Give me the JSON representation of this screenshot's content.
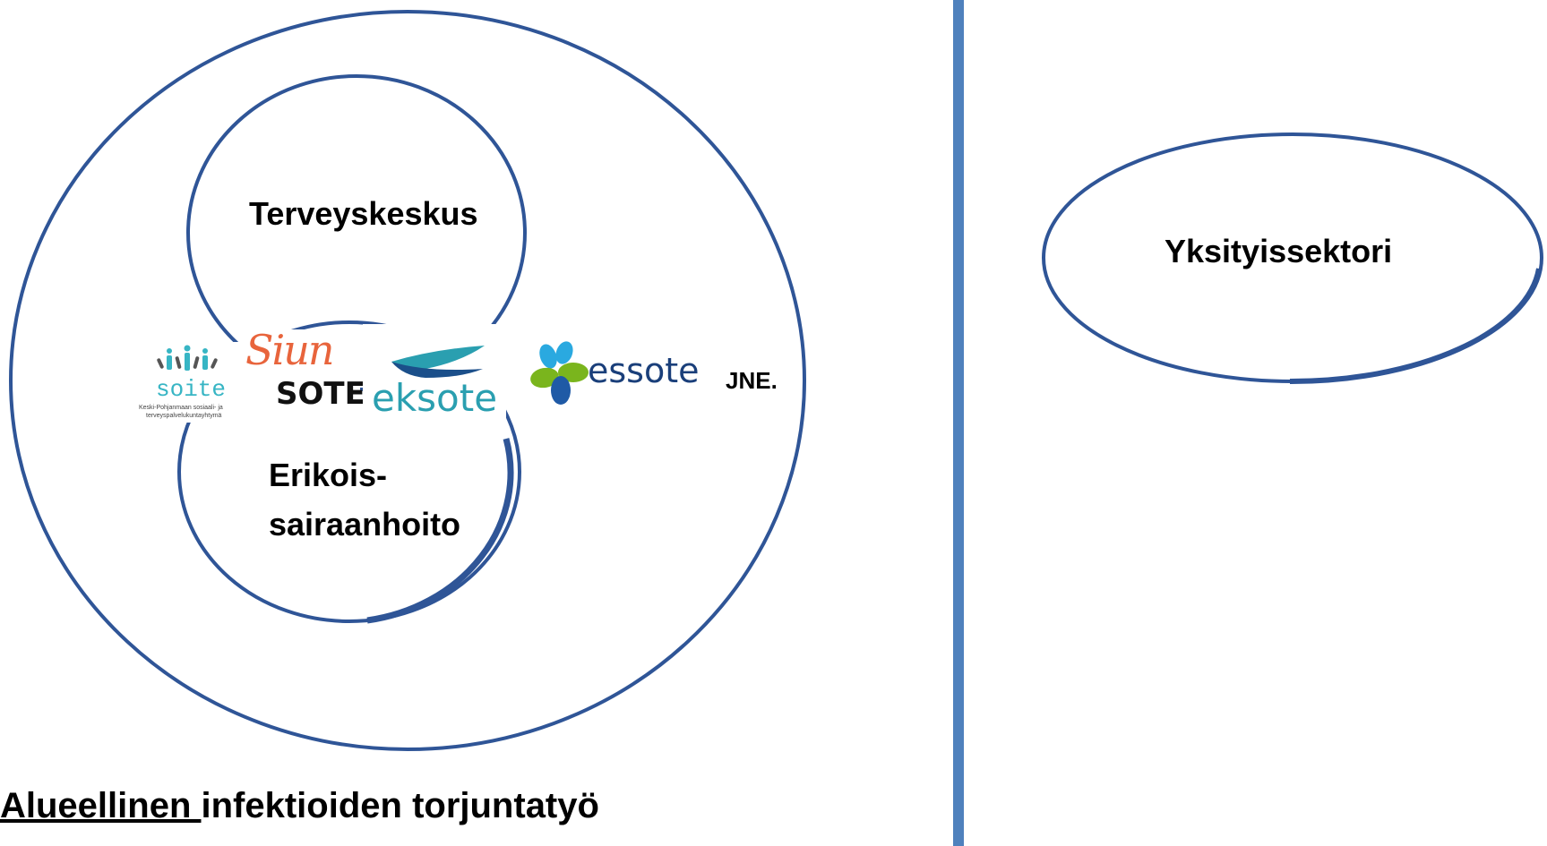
{
  "diagram": {
    "left_region": {
      "upper_circle_label": "Terveyskeskus",
      "lower_circle_label_line1": "Erikois-",
      "lower_circle_label_line2": "sairaanhoito",
      "caption_underlined": "Alueellinen ",
      "caption_rest": "infektioiden torjuntatyö"
    },
    "right_region": {
      "ellipse_label": "Yksityissektori"
    },
    "logos": {
      "soite_name": "soite",
      "soite_subtitle_line1": "Keski-Pohjanmaan sosiaali- ja",
      "soite_subtitle_line2": "terveyspalvelukuntayhtymä",
      "siun_script": "Siun",
      "siun_sote": "SOTE",
      "eksote": "eksote",
      "essote": "essote",
      "jne": "JNE."
    },
    "colors": {
      "outline": "#2f5597",
      "divider": "#4f81bd",
      "soite_teal": "#37b5c4",
      "siun_orange": "#e8643c",
      "eksote_teal": "#2a9fb0",
      "essote_green": "#7ab51d",
      "essote_blue": "#1f5aa6",
      "essote_lightblue": "#2aa9e0",
      "essote_text": "#1a3f7a"
    }
  }
}
